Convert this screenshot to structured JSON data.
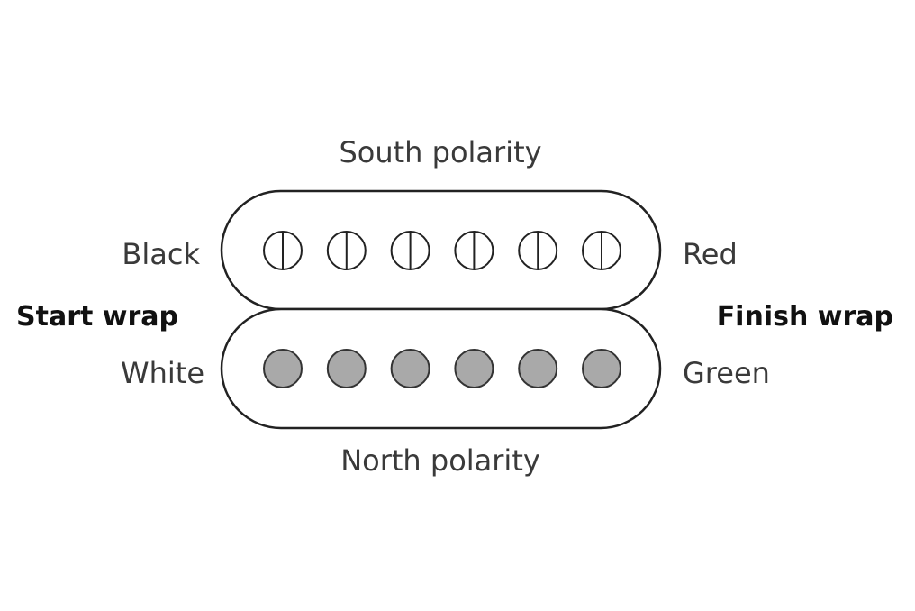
{
  "labels": {
    "top": "South polarity",
    "bottom": "North polarity",
    "start": "Start wrap",
    "finish": "Finish wrap"
  },
  "coils": [
    {
      "polarity": "south",
      "left_wire": "Black",
      "right_wire": "Red",
      "pole_fill": "#ffffff",
      "pole_style": "slotted"
    },
    {
      "polarity": "north",
      "left_wire": "White",
      "right_wire": "Green",
      "pole_fill": "#a9a9a9",
      "pole_style": "solid"
    }
  ],
  "pole_pieces_per_coil": 6,
  "colors": {
    "outline": "#222222",
    "text": "#3a3a3a",
    "bold_text": "#111111",
    "north_pole_fill": "#a9a9a9"
  }
}
